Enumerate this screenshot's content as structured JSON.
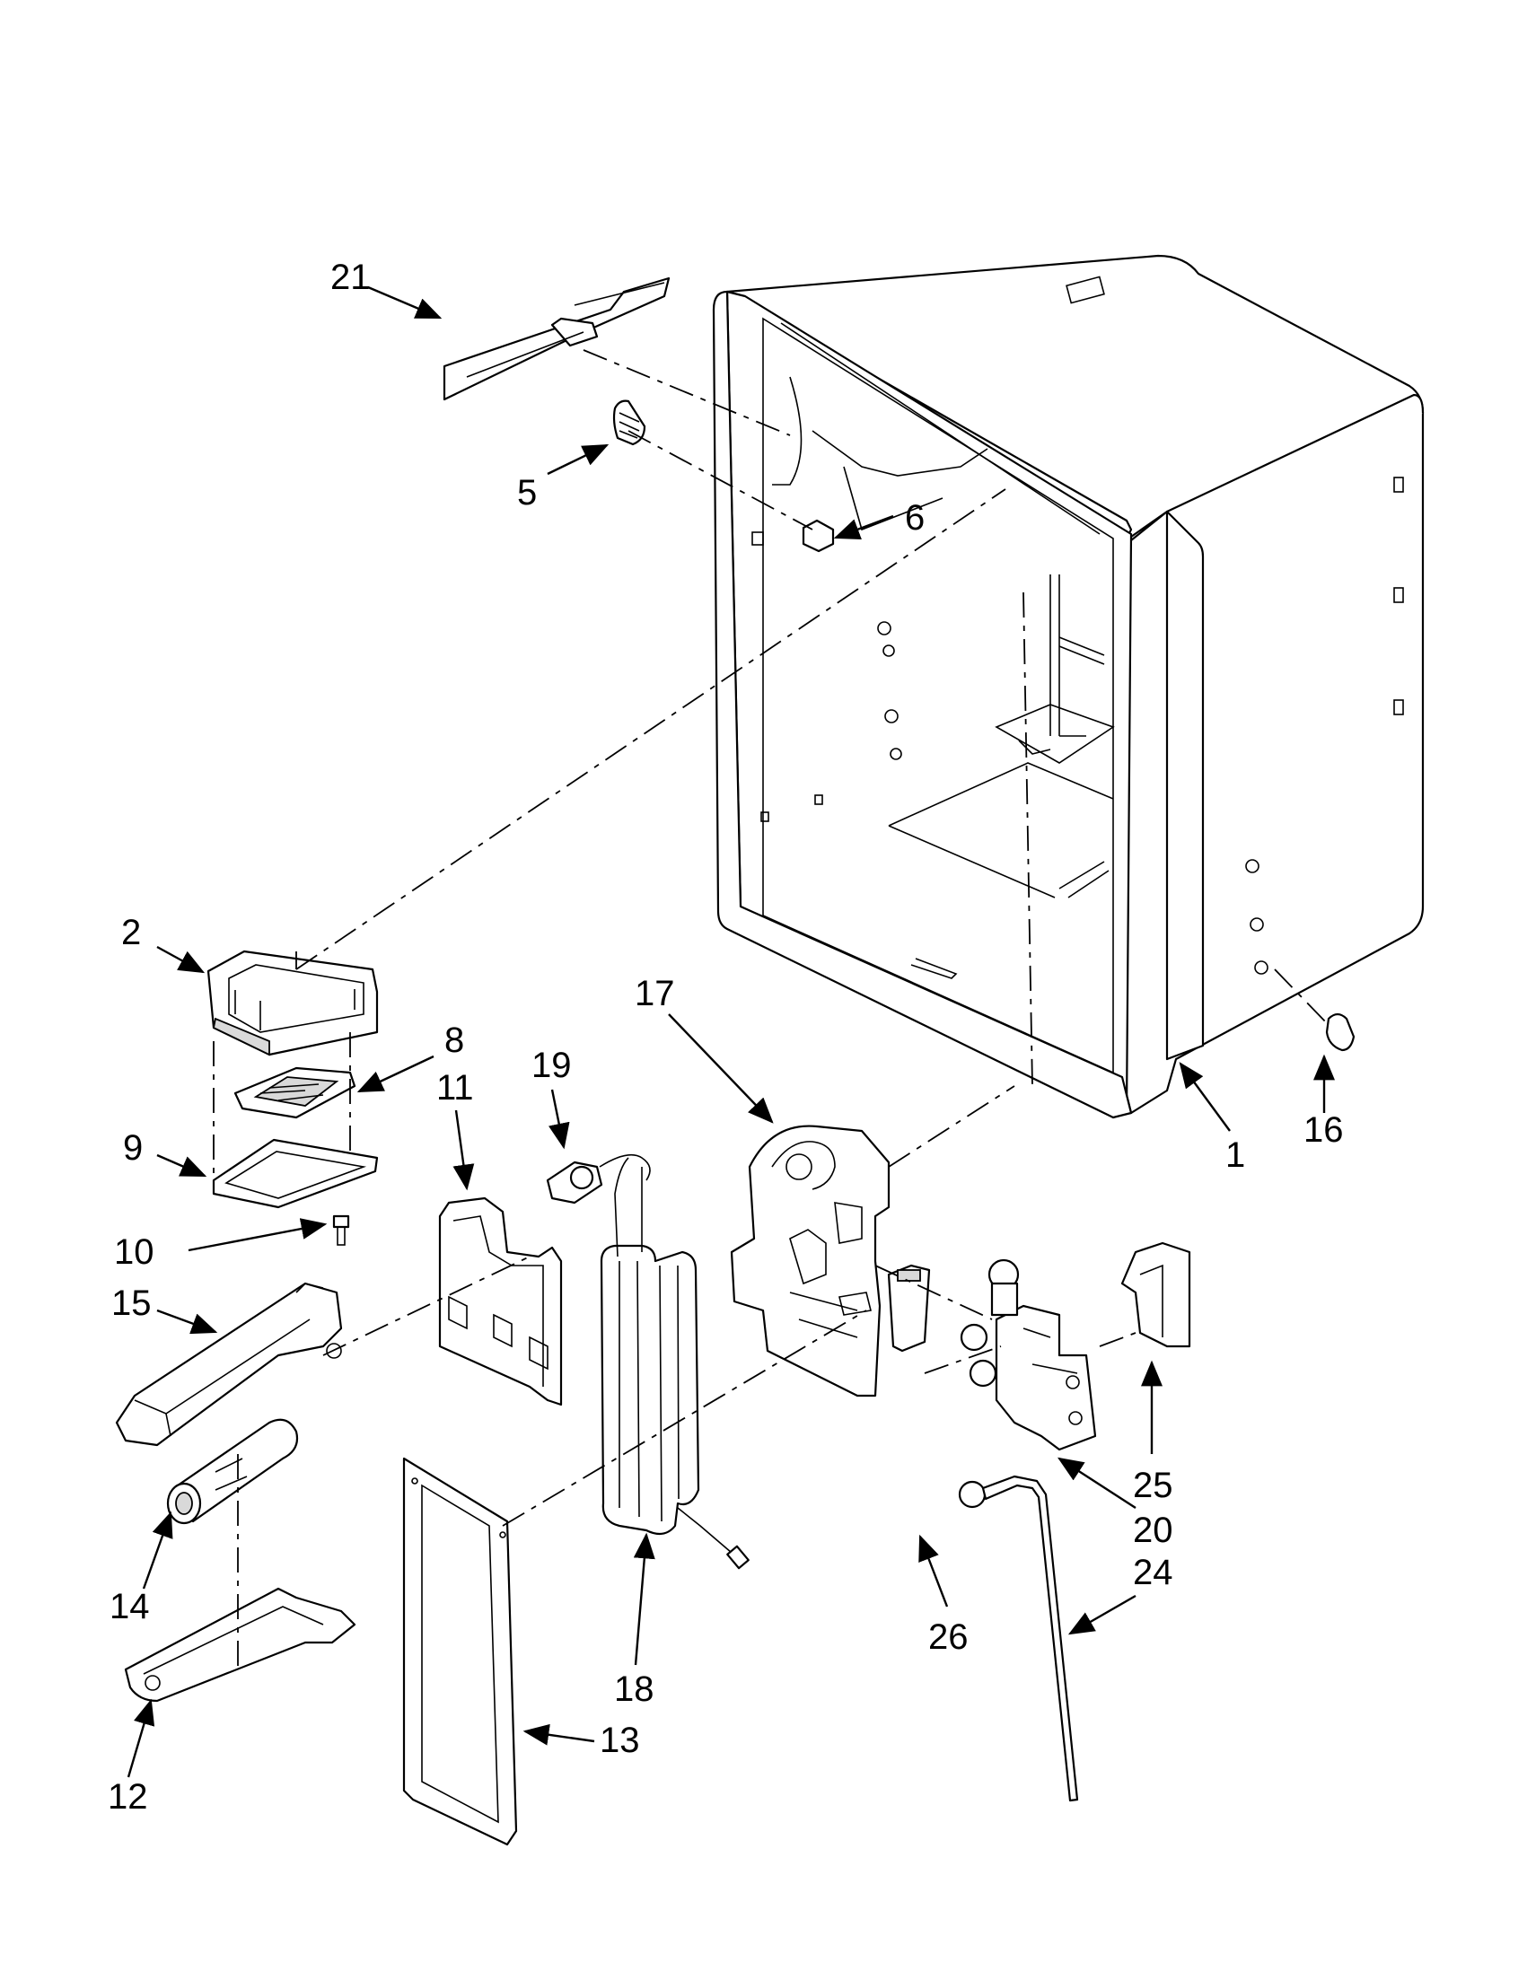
{
  "diagram": {
    "callouts": [
      {
        "id": "c21",
        "label": "21"
      },
      {
        "id": "c5",
        "label": "5"
      },
      {
        "id": "c6",
        "label": "6"
      },
      {
        "id": "c2",
        "label": "2"
      },
      {
        "id": "c8",
        "label": "8"
      },
      {
        "id": "c9",
        "label": "9"
      },
      {
        "id": "c10",
        "label": "10"
      },
      {
        "id": "c11",
        "label": "11"
      },
      {
        "id": "c19",
        "label": "19"
      },
      {
        "id": "c17",
        "label": "17"
      },
      {
        "id": "c15",
        "label": "15"
      },
      {
        "id": "c14",
        "label": "14"
      },
      {
        "id": "c12",
        "label": "12"
      },
      {
        "id": "c13",
        "label": "13"
      },
      {
        "id": "c18",
        "label": "18"
      },
      {
        "id": "c26",
        "label": "26"
      },
      {
        "id": "c25",
        "label": "25"
      },
      {
        "id": "c20",
        "label": "20"
      },
      {
        "id": "c24",
        "label": "24"
      },
      {
        "id": "c16",
        "label": "16"
      },
      {
        "id": "c1",
        "label": "1"
      }
    ]
  }
}
